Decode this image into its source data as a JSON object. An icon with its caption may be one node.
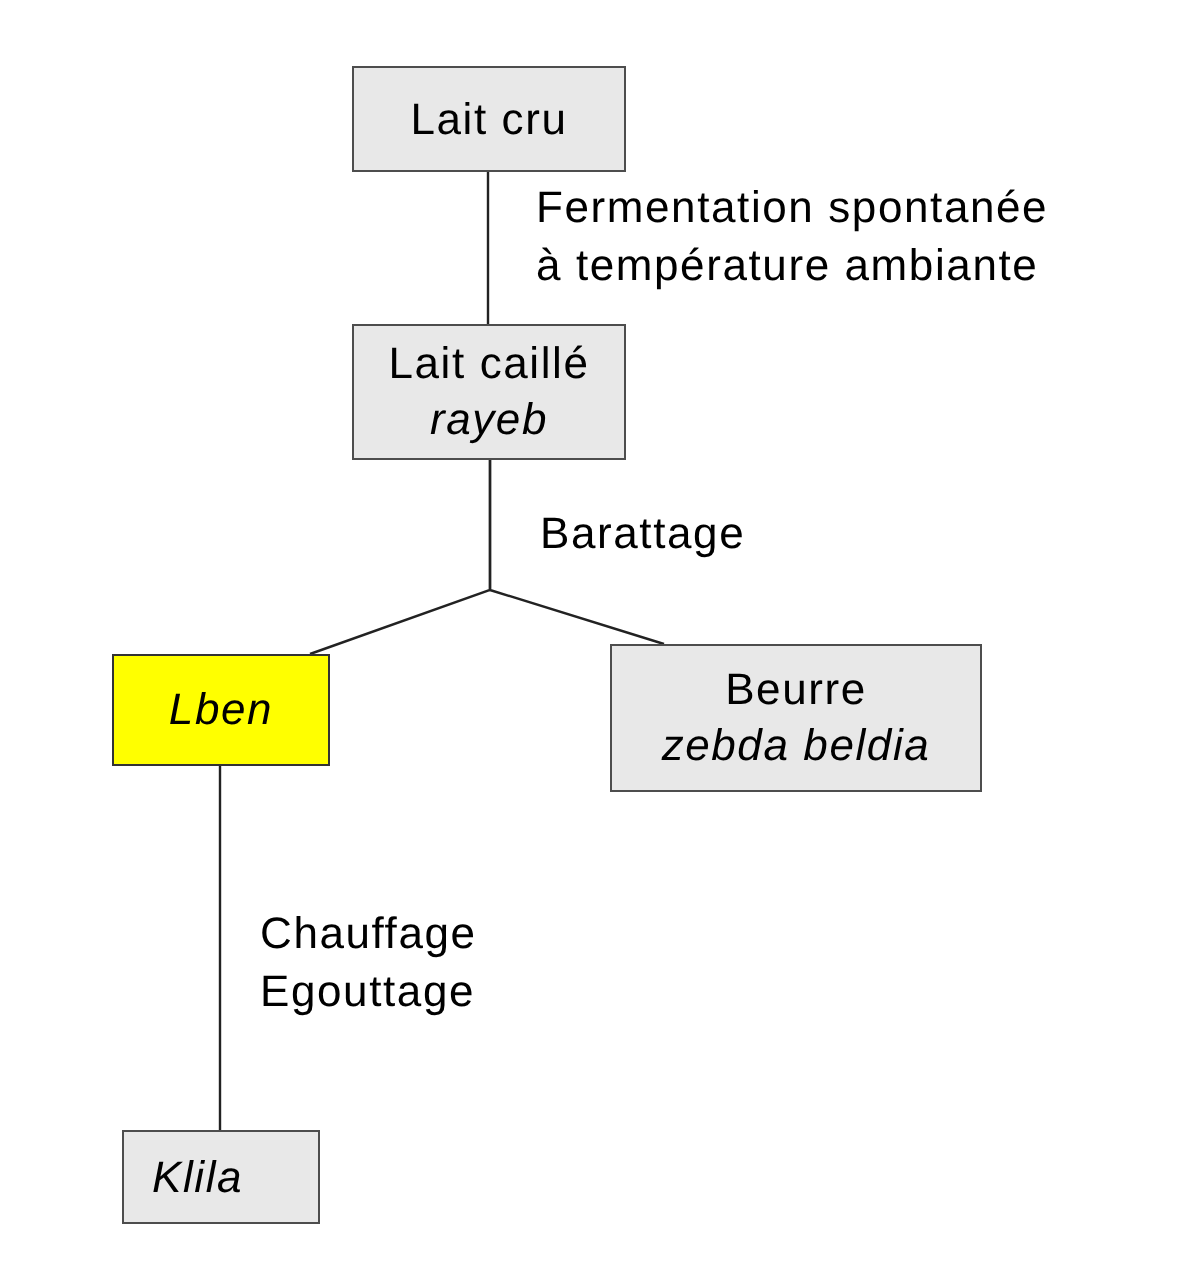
{
  "diagram": {
    "nodes": [
      {
        "text": [
          "Lait cru"
        ]
      },
      {
        "text": [
          "Lait caillé",
          "rayeb"
        ]
      },
      {
        "text": [
          "Lben"
        ]
      },
      {
        "text": [
          "Beurre",
          "zebda beldia"
        ]
      },
      {
        "text": [
          "Klila"
        ]
      }
    ],
    "edges": [
      {
        "from": 0,
        "to": 1,
        "arrow": "none",
        "label": "Fermentation spontanée à température ambiante"
      },
      {
        "from": 1,
        "to": 2,
        "arrow": "none",
        "label": "Barattage"
      },
      {
        "from": 1,
        "to": 3,
        "arrow": "none"
      },
      {
        "from": 2,
        "to": 4,
        "arrow": "none",
        "label": "Chauffage Egouttage"
      }
    ]
  }
}
